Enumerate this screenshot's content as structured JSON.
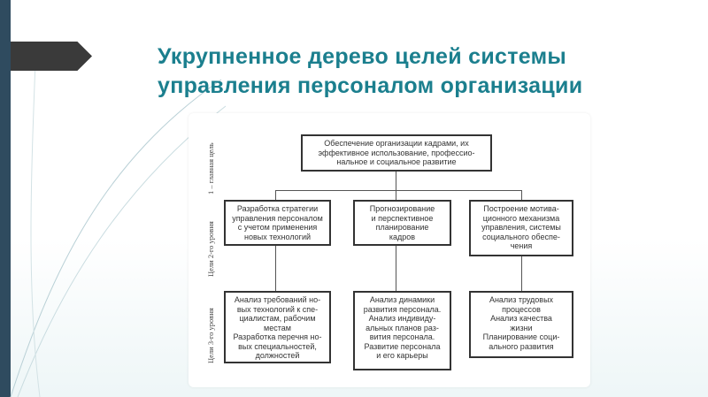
{
  "title": "Укрупненное дерево целей системы управления персоналом организации",
  "diagram": {
    "side_labels": [
      "1 – главная цель",
      "Цели 2-го уровня",
      "Цели 3-го уровня"
    ],
    "main_goal": "Обеспечение организации кадрами, их\nэффективное использование, профессио-\nнальное и социальное развитие",
    "level2": [
      "Разработка стратегии\nуправления персоналом\nс учетом применения\nновых технологий",
      "Прогнозирование\nи перспективное\nпланирование\nкадров",
      "Построение мотива-\nционного механизма\nуправления, системы\nсоциального обеспе-\nчения"
    ],
    "level3": [
      "Анализ требований но-\nвых технологий к спе-\nциалистам, рабочим\nместам\nРазработка перечня но-\nвых специальностей,\nдолжностей",
      "Анализ динамики\nразвития персонала.\nАнализ индивиду-\nальных планов раз-\nвития персонала.\nРазвитие персонала\nи его карьеры",
      "Анализ трудовых\nпроцессов\nАнализ качества\nжизни\nПланирование соци-\nального развития"
    ]
  }
}
